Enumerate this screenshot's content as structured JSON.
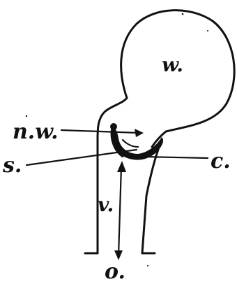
{
  "labels": {
    "w": "w.",
    "nw": "n.w.",
    "s": "s.",
    "c": "c.",
    "v": "v.",
    "o": "o."
  },
  "colors": {
    "ink": "#111111",
    "background": "#ffffff"
  }
}
